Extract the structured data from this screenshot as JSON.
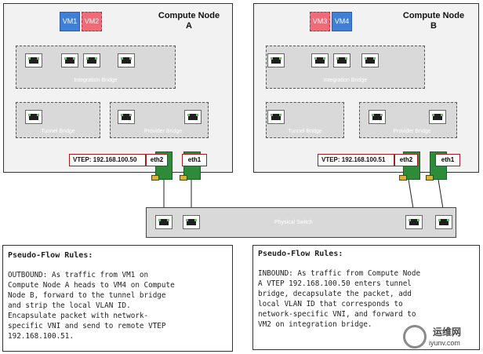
{
  "nodes": {
    "a": {
      "title_line1": "Compute Node",
      "title_line2": "A",
      "vms": [
        "VM1",
        "VM2"
      ],
      "integration_bridge": "Integration Bridge",
      "tunnel_bridge": "Tunnel Bridge",
      "provider_bridge": "Provider Bridge",
      "vtep": "VTEP: 192.168.100.50",
      "eth_tunnel": "eth2",
      "eth_provider": "eth1"
    },
    "b": {
      "title_line1": "Compute Node",
      "title_line2": "B",
      "vms": [
        "VM3",
        "VM4"
      ],
      "integration_bridge": "Integration Bridge",
      "tunnel_bridge": "Tunnel Bridge",
      "provider_bridge": "Provider Bridge",
      "vtep": "VTEP: 192.168.100.51",
      "eth_tunnel": "eth2",
      "eth_provider": "eth1"
    }
  },
  "physical_switch": "Physical Switch",
  "rules": {
    "left_title": "Pseudo-Flow Rules:",
    "left_body": "OUTBOUND: As traffic from VM1 on\nCompute Node A heads to VM4 on Compute\nNode B, forward to the tunnel bridge\nand strip the local VLAN ID.\nEncapsulate packet with network-\nspecific VNI and send to remote VTEP\n192.168.100.51.",
    "right_title": "Pseudo-Flow Rules:",
    "right_body": "INBOUND: As traffic from Compute Node\nA VTEP 192.168.100.50 enters tunnel\nbridge, decapsulate the packet, add\nlocal VLAN ID that corresponds to\nnetwork-specific VNI, and forward to\nVM2 on integration bridge."
  },
  "watermark": {
    "text1": "运维网",
    "text2": "iyunv.com"
  },
  "colors": {
    "vm_blue": "#3f80d6",
    "vm_red": "#f06b78",
    "nic_green": "#2e8b3a",
    "vtep_border": "#a02020"
  }
}
